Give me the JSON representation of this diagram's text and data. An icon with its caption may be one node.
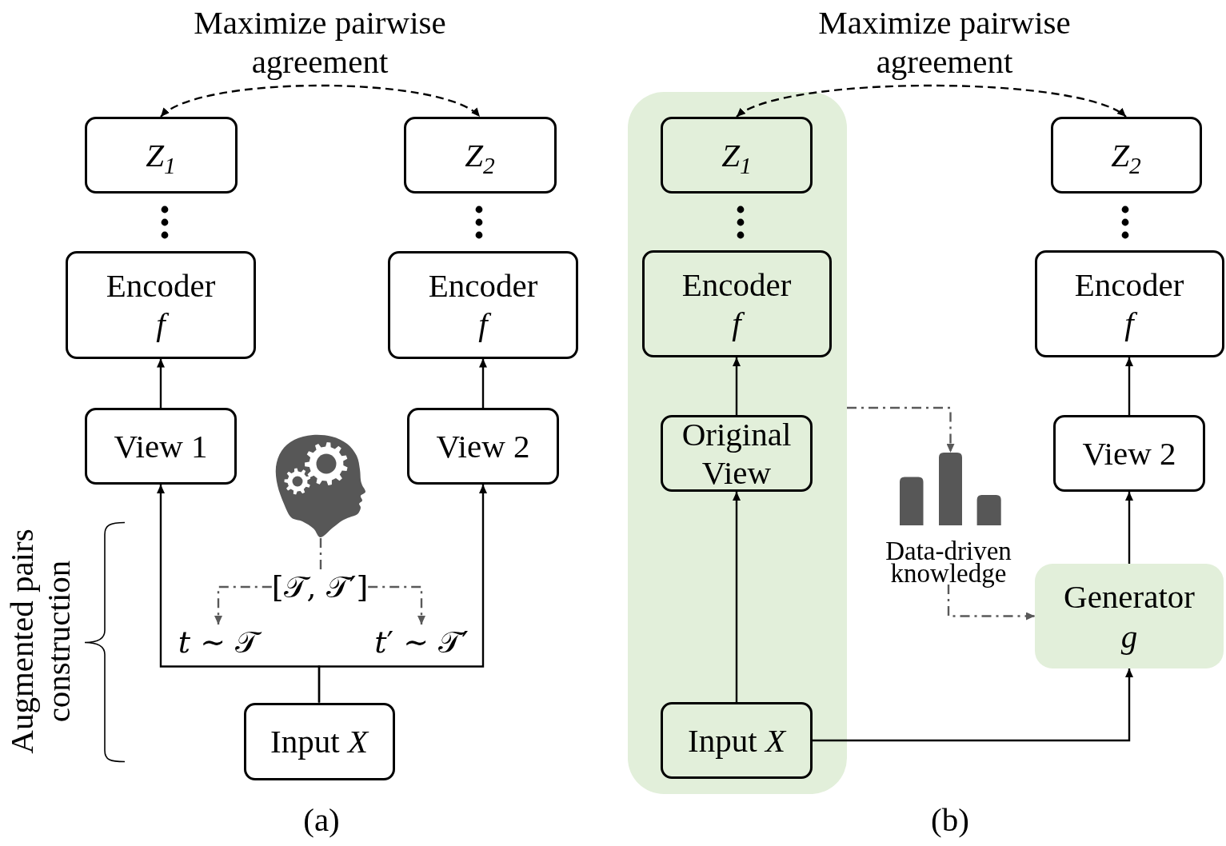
{
  "diagram": {
    "nodes": [
      {
        "text": [
          "Z$_{1}$"
        ]
      },
      {
        "text": [
          "Z$_{2}$"
        ]
      },
      {
        "text": [
          "Encoder *f*"
        ]
      },
      {
        "text": [
          "Encoder *f*"
        ]
      },
      {
        "text": [
          "View 1"
        ]
      },
      {
        "text": [],
        "shape": "picture"
      },
      {
        "text": [
          "View 2"
        ]
      },
      {
        "text": [
          "[𝒯, 𝒯′]"
        ]
      },
      {
        "text": [
          "*t* ∼ 𝒯"
        ]
      },
      {
        "text": [
          "*t*′ ∼ 𝒯′"
        ]
      },
      {
        "text": [
          "Input *X*"
        ]
      },
      {
        "text": [],
        "shape": "box"
      },
      {
        "text": [
          "Z$_{1}$"
        ],
        "in": 11
      },
      {
        "text": [
          "Z$_{2}$"
        ]
      },
      {
        "text": [
          "Encoder *f*"
        ],
        "in": 11
      },
      {
        "text": [
          "Encoder *f*"
        ]
      },
      {
        "text": [
          "Original View"
        ],
        "in": 11
      },
      {
        "text": [
          "View 2"
        ]
      },
      {
        "text": [],
        "shape": "picture"
      },
      {
        "text": [
          "Data-driven knowledge"
        ]
      },
      {
        "text": [
          "Generator *g*"
        ]
      },
      {
        "text": [
          "Input *X*"
        ],
        "in": 11
      }
    ],
    "edges": [
      {
        "from": 0,
        "to": 1,
        "arrow": "both",
        "style": "dashed"
      },
      {
        "from": 4,
        "to": 2,
        "arrow": "to"
      },
      {
        "from": 6,
        "to": 3,
        "arrow": "to"
      },
      {
        "from": 10,
        "to": 4,
        "arrow": "to"
      },
      {
        "from": 10,
        "to": 6,
        "arrow": "to"
      },
      {
        "from": 5,
        "to": 7,
        "arrow": "none",
        "style": "dashed",
        "color": "#595959"
      },
      {
        "from": 7,
        "to": 8,
        "arrow": "to",
        "style": "dashed",
        "color": "#595959"
      },
      {
        "from": 7,
        "to": 9,
        "arrow": "to",
        "style": "dashed",
        "color": "#595959"
      },
      {
        "from": 12,
        "to": 13,
        "arrow": "both",
        "style": "dashed"
      },
      {
        "from": 16,
        "to": 14,
        "arrow": "to"
      },
      {
        "from": 21,
        "to": 16,
        "arrow": "to"
      },
      {
        "from": 17,
        "to": 15,
        "arrow": "to"
      },
      {
        "from": 20,
        "to": 17,
        "arrow": "to"
      },
      {
        "from": 21,
        "to": 20,
        "arrow": "to"
      },
      {
        "from": 11,
        "to": 18,
        "arrow": "to",
        "style": "dashed",
        "color": "#595959"
      },
      {
        "from": 19,
        "to": 20,
        "arrow": "to",
        "style": "dashed",
        "color": "#595959"
      }
    ],
    "labels": [
      "Maximize pairwise agreement",
      "Maximize pairwise agreement",
      "Augmented pairs construction",
      "(a)",
      "(b)"
    ]
  }
}
